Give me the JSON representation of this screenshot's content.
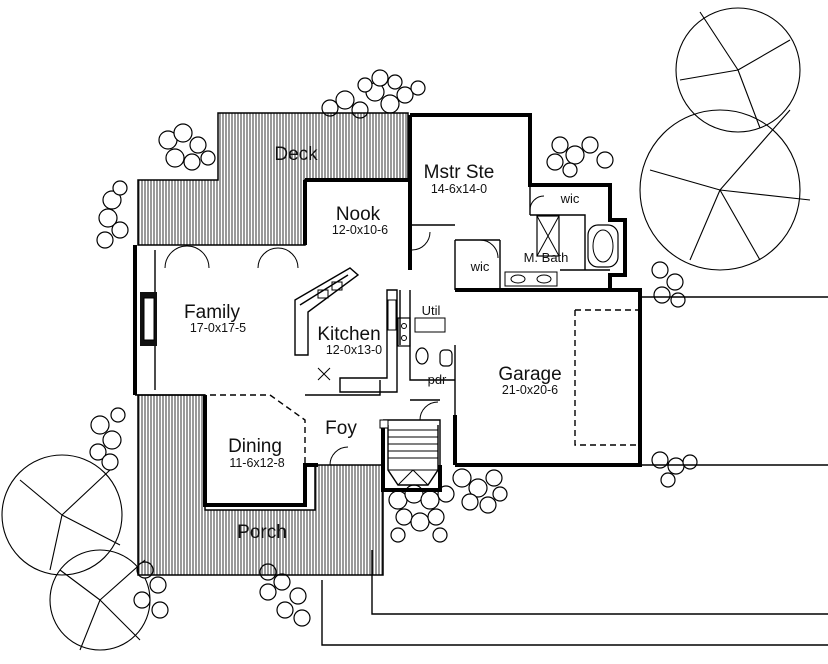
{
  "rooms": {
    "deck": {
      "name": "Deck"
    },
    "mstr_ste": {
      "name": "Mstr Ste",
      "size": "14-6x14-0"
    },
    "nook": {
      "name": "Nook",
      "size": "12-0x10-6"
    },
    "family": {
      "name": "Family",
      "size": "17-0x17-5"
    },
    "kitchen": {
      "name": "Kitchen",
      "size": "12-0x13-0"
    },
    "dining": {
      "name": "Dining",
      "size": "11-6x12-8"
    },
    "foy": {
      "name": "Foy"
    },
    "porch": {
      "name": "Porch"
    },
    "garage": {
      "name": "Garage",
      "size": "21-0x20-6"
    },
    "wic_upper": {
      "name": "wic"
    },
    "wic_lower": {
      "name": "wic"
    },
    "m_bath": {
      "name": "M. Bath"
    },
    "util": {
      "name": "Util"
    },
    "pdr": {
      "name": "pdr"
    }
  }
}
